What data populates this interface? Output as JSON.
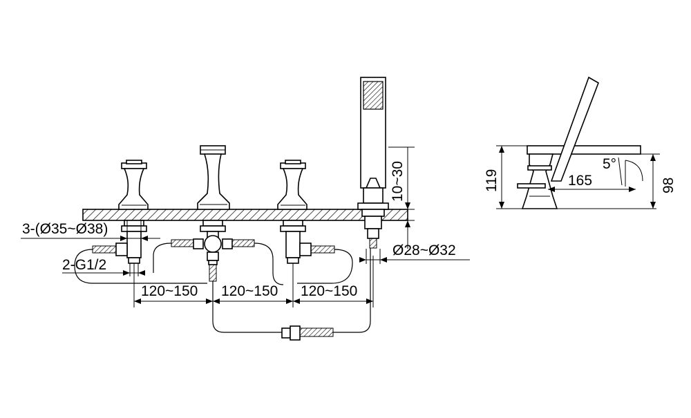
{
  "diagram": {
    "labels": {
      "hole_diameter": "3-(Ø35~Ø38)",
      "thread": "2-G1/2",
      "spacing_1": "120~150",
      "spacing_2": "120~150",
      "spacing_3": "120~150",
      "deck_thickness": "10~30",
      "handshower_hole": "Ø28~Ø32",
      "height_119": "119",
      "reach_165": "165",
      "angle_5": "5°",
      "height_98": "98"
    },
    "colors": {
      "line": "#000000",
      "background": "#ffffff"
    }
  }
}
